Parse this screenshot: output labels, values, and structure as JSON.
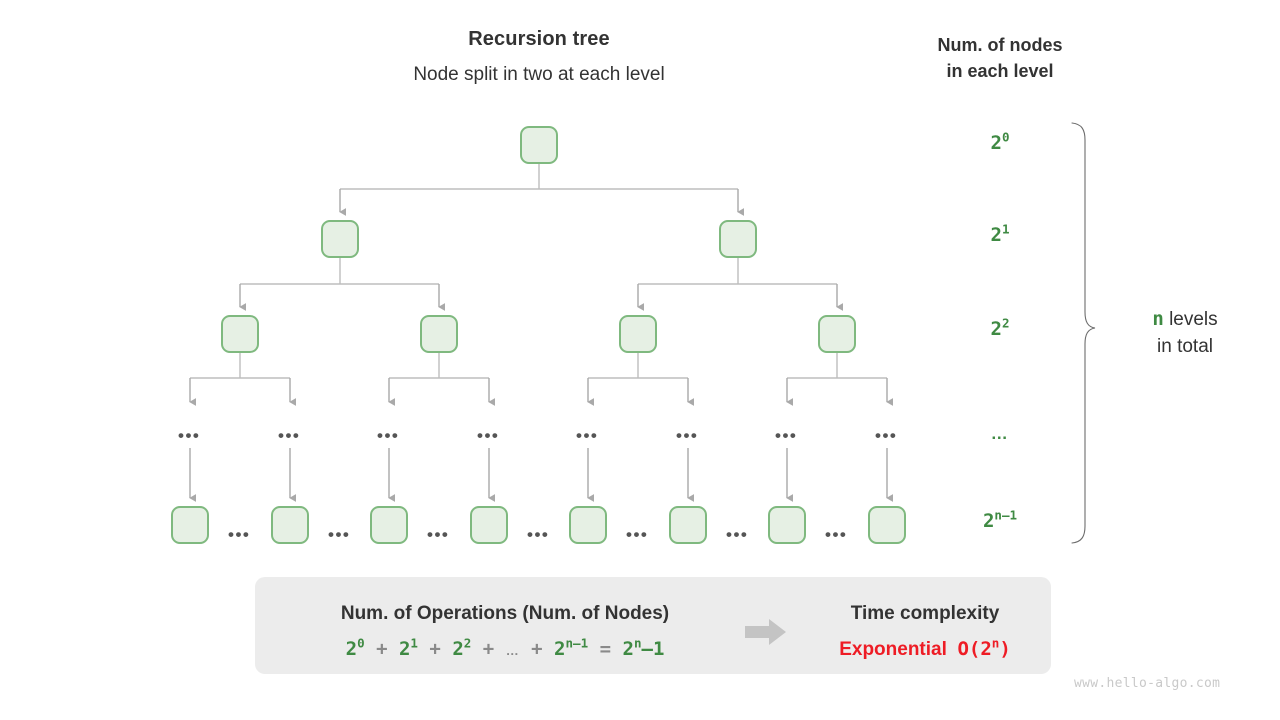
{
  "titles": {
    "main": "Recursion tree",
    "sub": "Node split in two at each level",
    "column_line1": "Num. of nodes",
    "column_line2": "in each level"
  },
  "level_labels": [
    {
      "base": "2",
      "exp": "0",
      "text": "2⁰"
    },
    {
      "base": "2",
      "exp": "1",
      "text": "2¹"
    },
    {
      "base": "2",
      "exp": "2",
      "text": "2²"
    },
    {
      "base": "",
      "exp": "",
      "text": "…"
    },
    {
      "base": "2",
      "exp": "n–1",
      "text": "2ⁿ⁻¹"
    }
  ],
  "brace": {
    "n_symbol": "n",
    "line1_rest": "levels",
    "line2": "in total"
  },
  "tree": {
    "ellipsis": "•••",
    "node_count_per_level": [
      1,
      2,
      4,
      8
    ]
  },
  "summary": {
    "left_title": "Num. of Operations (Num. of Nodes)",
    "formula": {
      "t1": "2",
      "t1e": "0",
      "op1": "+",
      "t2": "2",
      "t2e": "1",
      "op2": "+",
      "t3": "2",
      "t3e": "2",
      "op3": "+",
      "dots": "…",
      "op4": "+",
      "t4": "2",
      "t4e": "n–1",
      "eq": "=",
      "result": "2",
      "resulte": "n",
      "result_tail": "–1"
    },
    "arrow_icon": "right-arrow-icon",
    "right_title": "Time complexity",
    "right_value_word": "Exponential",
    "right_value_bigo": "O(2",
    "right_value_bigo_exp": "n",
    "right_value_bigo_tail": ")"
  },
  "watermark": "www.hello-algo.com",
  "colors": {
    "green": "#3f8a43",
    "node_border": "#7fb97f",
    "node_fill": "#e6f0e4",
    "edge": "#a9a9a9",
    "red": "#ee1c25",
    "panel": "#ececec",
    "text": "#333333"
  }
}
